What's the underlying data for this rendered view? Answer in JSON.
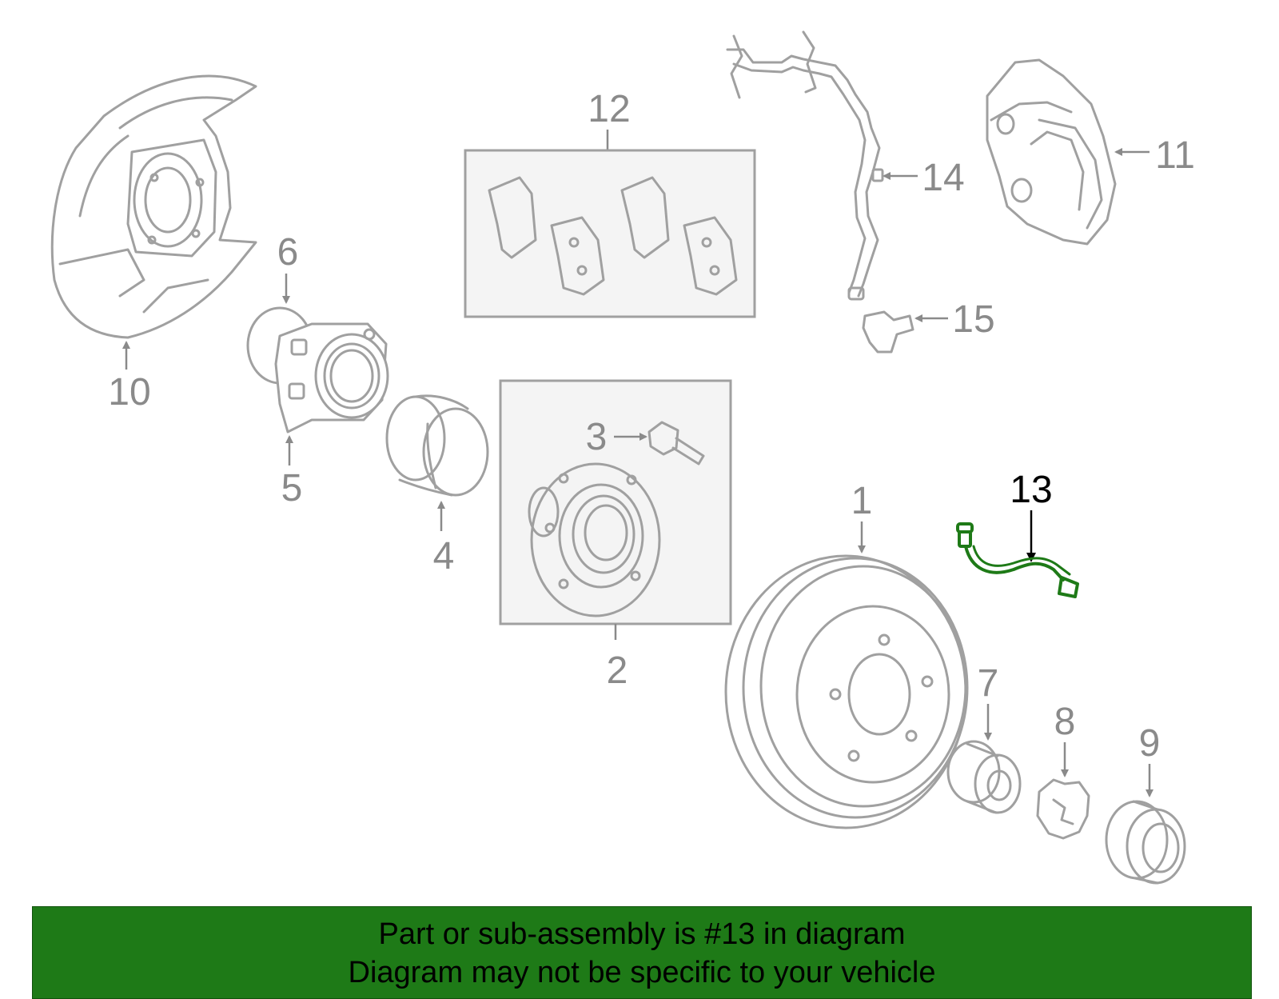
{
  "colors": {
    "part_stroke": "#a0a0a0",
    "label_gray": "#8a8a8a",
    "highlight_part": "#1e7a17",
    "highlight_label": "#000000",
    "banner_bg": "#1e7a17",
    "banner_text": "#000000",
    "box_fill": "#f4f4f4"
  },
  "callouts": {
    "c1": "1",
    "c2": "2",
    "c3": "3",
    "c4": "4",
    "c5": "5",
    "c6": "6",
    "c7": "7",
    "c8": "8",
    "c9": "9",
    "c10": "10",
    "c11": "11",
    "c12": "12",
    "c13": "13",
    "c14": "14",
    "c15": "15"
  },
  "highlighted_part": "13",
  "banner": {
    "line1": "Part or sub-assembly is #13 in diagram",
    "line2": "Diagram may not be specific to your vehicle"
  }
}
